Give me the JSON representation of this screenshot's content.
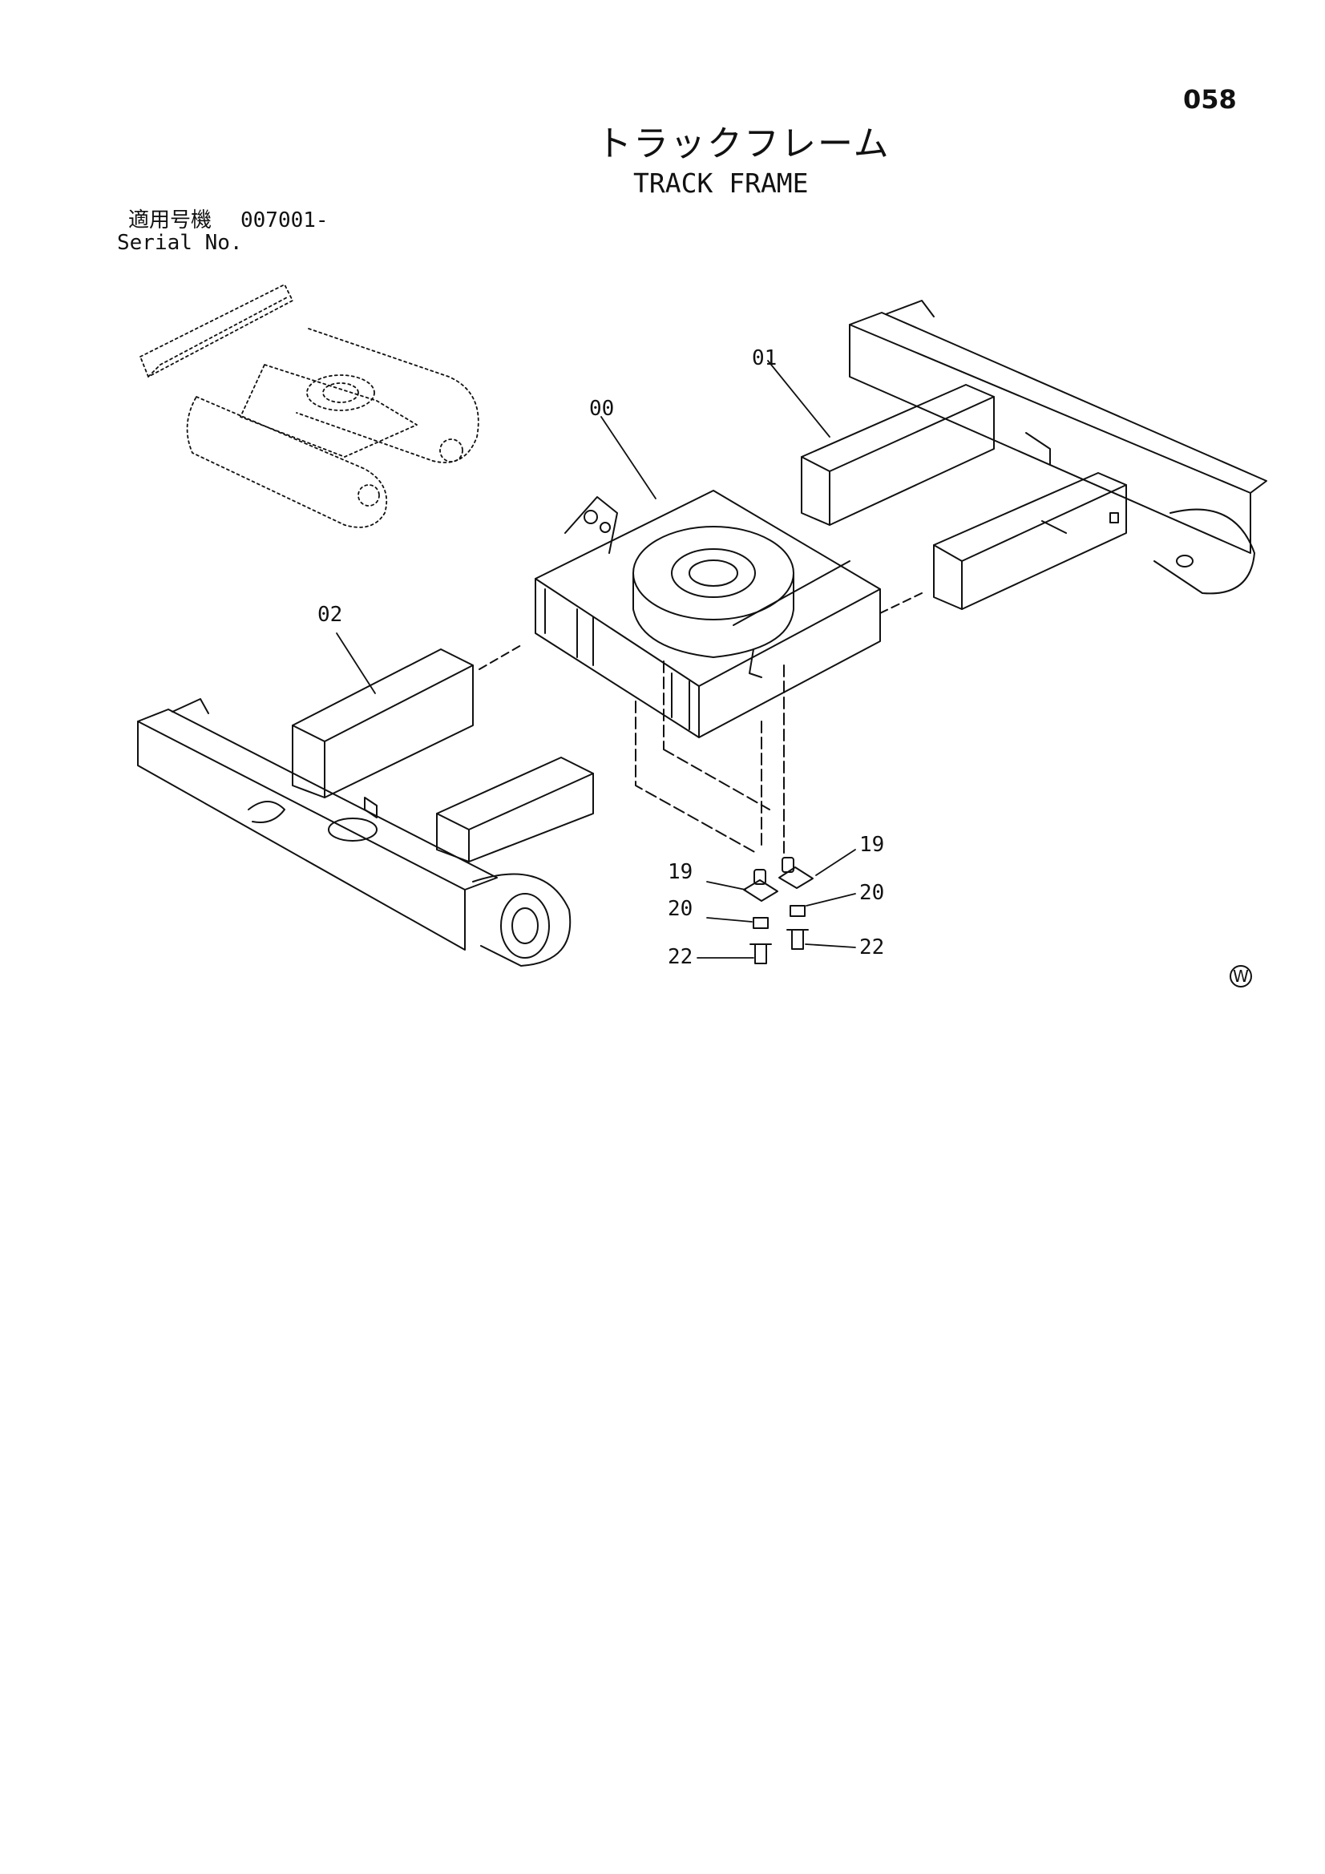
{
  "page": {
    "number": "058"
  },
  "title": {
    "ja": "トラックフレーム",
    "en": "TRACK FRAME"
  },
  "serial": {
    "label_ja": "適用号機",
    "value": "007001-",
    "label_en": "Serial No."
  },
  "callouts": {
    "c00": "00",
    "c01": "01",
    "c02": "02",
    "c19a": "19",
    "c19b": "19",
    "c20a": "20",
    "c20b": "20",
    "c22a": "22",
    "c22b": "22"
  },
  "watermark": "W"
}
